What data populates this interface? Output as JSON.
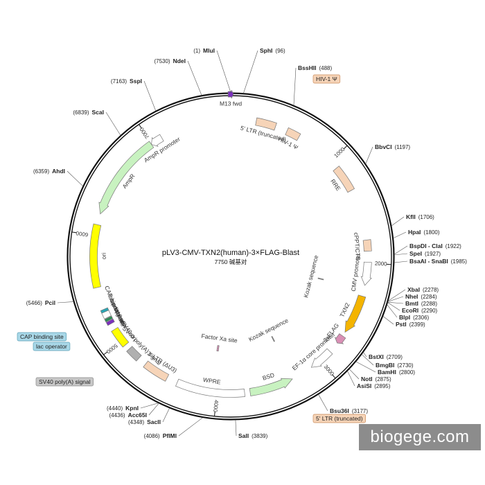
{
  "plasmid": {
    "name": "pLV3-CMV-TXN2(human)-3×FLAG-Blast",
    "length_label": "7750 碱基对",
    "length_bp": 7750
  },
  "ticks": [
    {
      "bp": 1000,
      "label": "1000"
    },
    {
      "bp": 2000,
      "label": "2000"
    },
    {
      "bp": 3000,
      "label": "3000"
    },
    {
      "bp": 4000,
      "label": "4000"
    },
    {
      "bp": 5000,
      "label": "5000"
    },
    {
      "bp": 6000,
      "label": "6000"
    },
    {
      "bp": 7000,
      "label": "7000"
    }
  ],
  "sites": [
    {
      "name": "MluI",
      "pos": "(1)",
      "bp": 1
    },
    {
      "name": "SphI",
      "pos": "(96)",
      "bp": 96
    },
    {
      "name": "BssHII",
      "pos": "(488)",
      "bp": 488
    },
    {
      "name": "BbvCI",
      "pos": "(1197)",
      "bp": 1197
    },
    {
      "name": "KflI",
      "pos": "(1706)",
      "bp": 1706
    },
    {
      "name": "HpaI",
      "pos": "(1800)",
      "bp": 1800
    },
    {
      "name": "BspDI - ClaI",
      "pos": "(1922)",
      "bp": 1922
    },
    {
      "name": "SpeI",
      "pos": "(1927)",
      "bp": 1927
    },
    {
      "name": "BsaAI - SnaBI",
      "pos": "(1985)",
      "bp": 1985
    },
    {
      "name": "XbaI",
      "pos": "(2278)",
      "bp": 2278
    },
    {
      "name": "NheI",
      "pos": "(2284)",
      "bp": 2284
    },
    {
      "name": "BmtI",
      "pos": "(2288)",
      "bp": 2288
    },
    {
      "name": "EcoRI",
      "pos": "(2290)",
      "bp": 2290
    },
    {
      "name": "BlpI",
      "pos": "(2306)",
      "bp": 2306
    },
    {
      "name": "PstI",
      "pos": "(2399)",
      "bp": 2399
    },
    {
      "name": "BstXI",
      "pos": "(2709)",
      "bp": 2709
    },
    {
      "name": "BmgBI",
      "pos": "(2730)",
      "bp": 2730
    },
    {
      "name": "BamHI",
      "pos": "(2800)",
      "bp": 2800
    },
    {
      "name": "NotI",
      "pos": "(2875)",
      "bp": 2875
    },
    {
      "name": "AsiSI",
      "pos": "(2895)",
      "bp": 2895
    },
    {
      "name": "Bsu36I",
      "pos": "(3177)",
      "bp": 3177
    },
    {
      "name": "SalI",
      "pos": "(3839)",
      "bp": 3839
    },
    {
      "name": "PflMI",
      "pos": "(4086)",
      "bp": 4086
    },
    {
      "name": "SacII",
      "pos": "(4348)",
      "bp": 4348
    },
    {
      "name": "Acc65I",
      "pos": "(4436)",
      "bp": 4436
    },
    {
      "name": "KpnI",
      "pos": "(4440)",
      "bp": 4440
    },
    {
      "name": "PciI",
      "pos": "(5466)",
      "bp": 5466
    },
    {
      "name": "AhdI",
      "pos": "(6359)",
      "bp": 6359
    },
    {
      "name": "ScaI",
      "pos": "(6839)",
      "bp": 6839
    },
    {
      "name": "SspI",
      "pos": "(7163)",
      "bp": 7163
    },
    {
      "name": "NdeI",
      "pos": "(7530)",
      "bp": 7530
    }
  ],
  "features": [
    {
      "label": "M13 fwd",
      "start": 7730,
      "end": 20,
      "ring": "main",
      "color": "#7b2fbf",
      "dir": "fwd"
    },
    {
      "label": "5' LTR (truncated)",
      "start": 230,
      "end": 410,
      "ring": "inner",
      "color": "#f6d4b8",
      "dir": "none"
    },
    {
      "label": "HIV-1 Ψ",
      "start": 520,
      "end": 640,
      "ring": "inner",
      "color": "#f6d4b8",
      "dir": "none"
    },
    {
      "label": "RRE",
      "start": 1080,
      "end": 1320,
      "ring": "inner",
      "color": "#f6d4b8",
      "dir": "none"
    },
    {
      "label": "cPPT/CTS",
      "start": 1790,
      "end": 1890,
      "ring": "inner",
      "color": "#f6d4b8",
      "dir": "none"
    },
    {
      "label": "CMV promoter",
      "start": 1990,
      "end": 2200,
      "ring": "inner",
      "color": "#ffffff",
      "dir": "fwd"
    },
    {
      "label": "TXN2",
      "start": 2300,
      "end": 2660,
      "ring": "inner",
      "color": "#f4b400",
      "dir": "fwd"
    },
    {
      "label": "3xFLAG",
      "start": 2700,
      "end": 2780,
      "ring": "inner",
      "color": "#d98fb5",
      "dir": "fwd"
    },
    {
      "label": "EF-1α core promoter",
      "start": 2880,
      "end": 3100,
      "ring": "inner",
      "color": "#ffffff",
      "dir": "fwd"
    },
    {
      "label": "BSD",
      "start": 3300,
      "end": 3700,
      "ring": "inner",
      "color": "#c8f2c0",
      "dir": "rev"
    },
    {
      "label": "WPRE",
      "start": 3750,
      "end": 4370,
      "ring": "inner",
      "color": "#ffffff",
      "dir": "none"
    },
    {
      "label": "3' LTR (ΔU3)",
      "start": 4470,
      "end": 4700,
      "ring": "inner",
      "color": "#f6d4b8",
      "dir": "none"
    },
    {
      "label": "SV40 poly(A) signal",
      "start": 4780,
      "end": 4900,
      "ring": "inner",
      "color": "#b0b0b0",
      "dir": "none"
    },
    {
      "label": "SV40 ori",
      "start": 4950,
      "end": 5120,
      "ring": "inner",
      "color": "#ffff00",
      "dir": "none"
    },
    {
      "label": "M13 rev",
      "start": 5180,
      "end": 5210,
      "ring": "inner",
      "color": "#7b2fbf",
      "dir": "none"
    },
    {
      "label": "lac operator",
      "start": 5215,
      "end": 5240,
      "ring": "inner",
      "color": "#2e8b57",
      "dir": "none"
    },
    {
      "label": "lac promoter",
      "start": 5245,
      "end": 5300,
      "ring": "inner",
      "color": "#ffffff",
      "dir": "none"
    },
    {
      "label": "CAP binding site",
      "start": 5300,
      "end": 5325,
      "ring": "inner",
      "color": "#2aa7b5",
      "dir": "none"
    },
    {
      "label": "ori",
      "start": 5530,
      "end": 6100,
      "ring": "inner",
      "color": "#ffff00",
      "dir": "none"
    },
    {
      "label": "AmpR",
      "start": 6200,
      "end": 6990,
      "ring": "inner",
      "color": "#c8f2c0",
      "dir": "rev"
    },
    {
      "label": "AmpR promoter",
      "start": 6990,
      "end": 7100,
      "ring": "inner",
      "color": "#ffffff",
      "dir": "rev"
    },
    {
      "label": "Factor Xa site",
      "start": 4035,
      "end": 4055,
      "ring": "deep",
      "color": "#d98fb5",
      "dir": "none"
    },
    {
      "label": "Kozak sequence",
      "start": 2235,
      "end": 2245,
      "ring": "deep",
      "color": "#888888",
      "dir": "none"
    },
    {
      "label": "Kozak sequence",
      "start": 3285,
      "end": 3295,
      "ring": "deep",
      "color": "#888888",
      "dir": "none"
    }
  ],
  "callouts": [
    {
      "label": "HIV-1 Ψ",
      "fill": "#f6d4b8",
      "stroke": "#c98a5a"
    },
    {
      "label": "CAP binding site",
      "fill": "#a9d8e8",
      "stroke": "#5a9fb5"
    },
    {
      "label": "lac operator",
      "fill": "#a9d8e8",
      "stroke": "#5a9fb5"
    },
    {
      "label": "SV40 poly(A) signal",
      "fill": "#c8c8c8",
      "stroke": "#8a8a8a"
    },
    {
      "label": "5' LTR (truncated)",
      "fill": "#f6d4b8",
      "stroke": "#c98a5a"
    }
  ],
  "watermark": "biogege.com"
}
